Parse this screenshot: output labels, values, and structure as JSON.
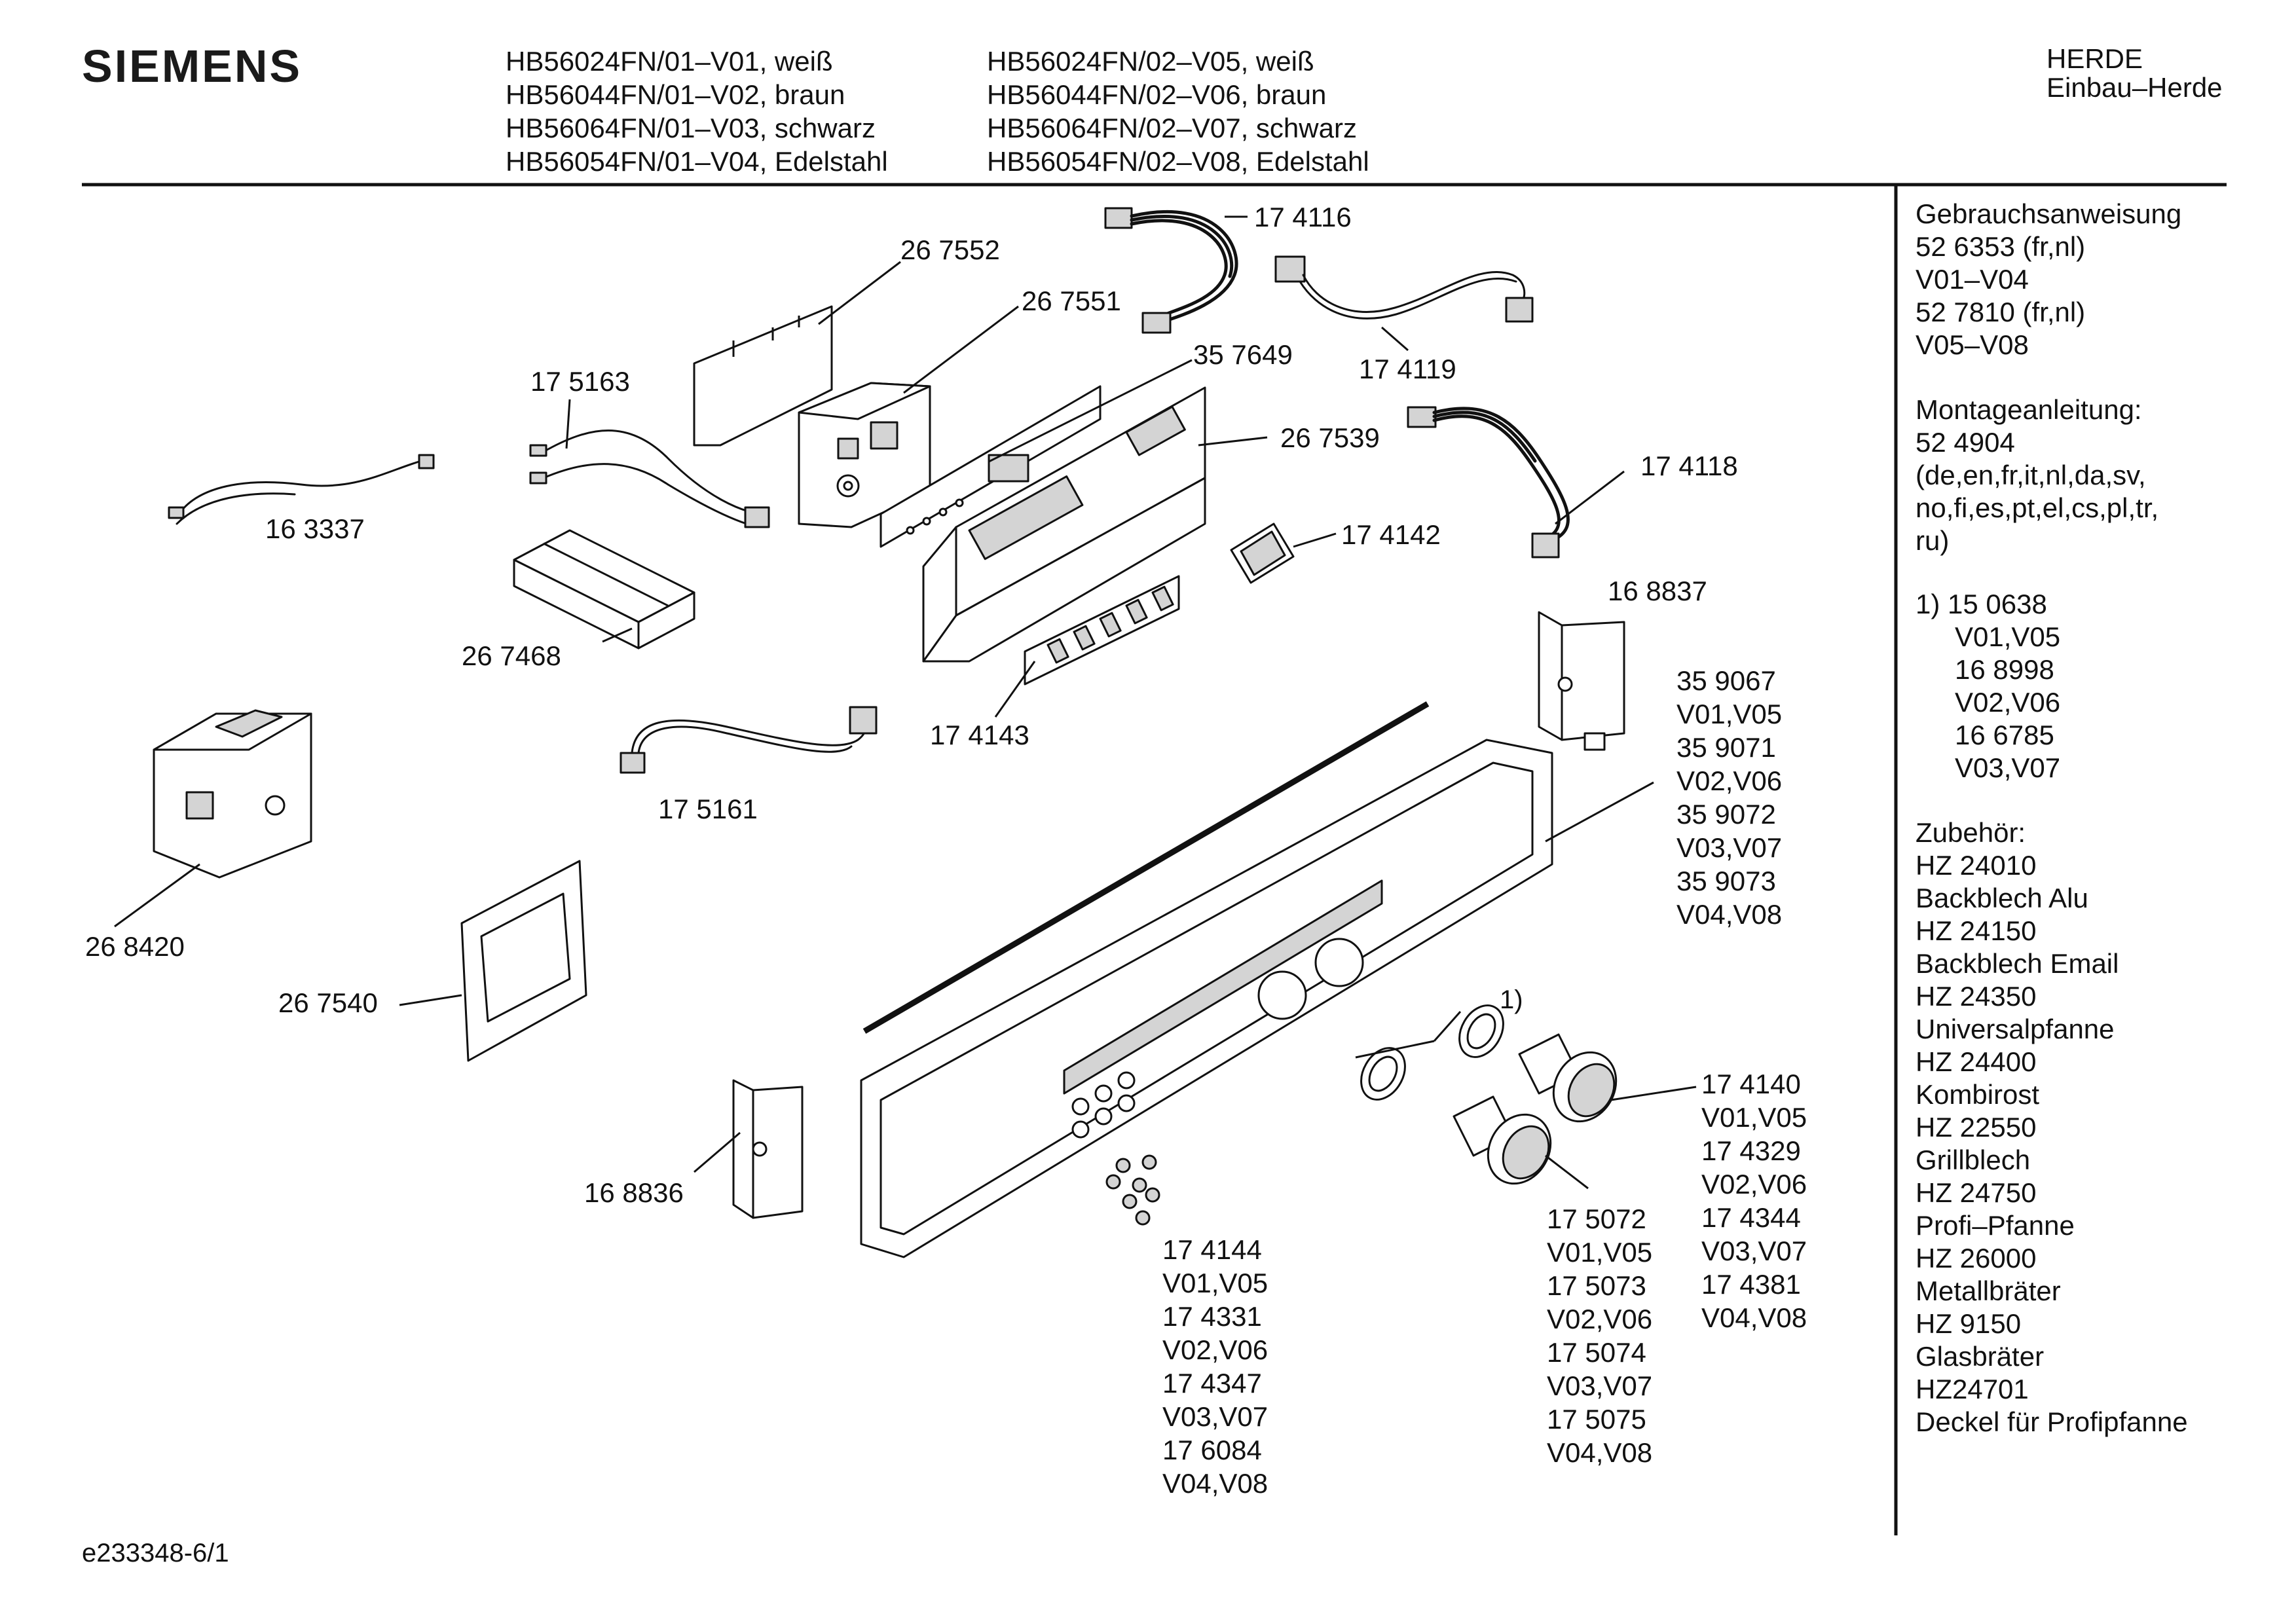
{
  "brand": "SIEMENS",
  "models_left": [
    "HB56024FN/01–V01, weiß",
    "HB56044FN/01–V02, braun",
    "HB56064FN/01–V03, schwarz",
    "HB56054FN/01–V04, Edelstahl"
  ],
  "models_right": [
    "HB56024FN/02–V05, weiß",
    "HB56044FN/02–V06, braun",
    "HB56064FN/02–V07, schwarz",
    "HB56054FN/02–V08, Edelstahl"
  ],
  "category": [
    "HERDE",
    "Einbau–Herde"
  ],
  "parts": {
    "p174116": "17 4116",
    "p267552": "26 7552",
    "p267551": "26 7551",
    "p174119": "17 4119",
    "p357649": "35 7649",
    "p175163": "17 5163",
    "p267539": "26 7539",
    "p174118": "17 4118",
    "p163337": "16 3337",
    "p174142": "17 4142",
    "p168837": "16 8837",
    "p267468": "26 7468",
    "p174143": "17 4143",
    "p175161": "17 5161",
    "p268420": "26 8420",
    "p267540": "26 7540",
    "p168836": "16 8836",
    "footnote_marker": "1)",
    "panel_variants": [
      "35 9067",
      "V01,V05",
      "35 9071",
      "V02,V06",
      "35 9072",
      "V03,V07",
      "35 9073",
      "V04,V08"
    ],
    "knob_variants": [
      "17 4140",
      "V01,V05",
      "17 4329",
      "V02,V06",
      "17 4344",
      "V03,V07",
      "17 4381",
      "V04,V08"
    ],
    "knob2_variants": [
      "17 5072",
      "V01,V05",
      "17 5073",
      "V02,V06",
      "17 5074",
      "V03,V07",
      "17 5075",
      "V04,V08"
    ],
    "button_variants": [
      "17 4144",
      "V01,V05",
      "17 4331",
      "V02,V06",
      "17 4347",
      "V03,V07",
      "17 6084",
      "V04,V08"
    ]
  },
  "sidebar": {
    "manual": [
      "Gebrauchsanweisung",
      "52 6353 (fr,nl)",
      "V01–V04",
      "52 7810 (fr,nl)",
      "V05–V08"
    ],
    "assembly": [
      "Montageanleitung:",
      "52 4904",
      "(de,en,fr,it,nl,da,sv,",
      "no,fi,es,pt,el,cs,pl,tr,",
      "ru)"
    ],
    "footnote": [
      "1) 15 0638",
      "V01,V05",
      "16 8998",
      "V02,V06",
      "16 6785",
      "V03,V07"
    ],
    "accessories": [
      "Zubehör:",
      "HZ 24010",
      "Backblech Alu",
      "HZ 24150",
      "Backblech Email",
      "HZ 24350",
      "Universalpfanne",
      "HZ 24400",
      "Kombirost",
      "HZ 22550",
      "Grillblech",
      "HZ 24750",
      "Profi–Pfanne",
      "HZ 26000",
      "Metallbräter",
      "HZ 9150",
      "Glasbräter",
      "HZ24701",
      "Deckel für Profipfanne"
    ]
  },
  "footer_code": "e233348-6/1"
}
